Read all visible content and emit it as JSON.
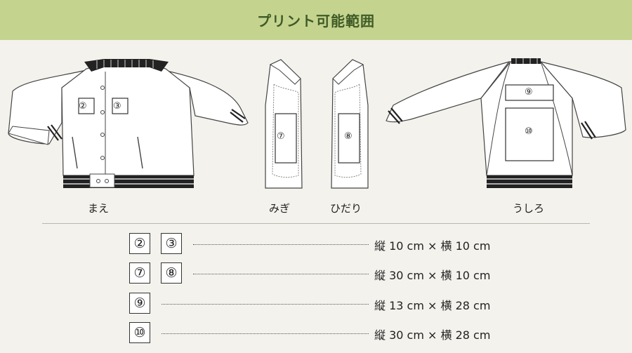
{
  "header": {
    "title": "プリント可能範囲"
  },
  "views": {
    "front": {
      "label": "まえ",
      "zone_labels": [
        "②",
        "③"
      ]
    },
    "right_sleeve": {
      "label": "みぎ",
      "zone_labels": [
        "⑦"
      ]
    },
    "left_sleeve": {
      "label": "ひだり",
      "zone_labels": [
        "⑧"
      ]
    },
    "back": {
      "label": "うしろ",
      "zone_labels": [
        "⑨",
        "⑩"
      ]
    }
  },
  "sizes": [
    {
      "zones": [
        "②",
        "③"
      ],
      "size": "縦 10 cm × 横 10 cm"
    },
    {
      "zones": [
        "⑦",
        "⑧"
      ],
      "size": "縦 30 cm × 横 10 cm"
    },
    {
      "zones": [
        "⑨"
      ],
      "size": "縦 13 cm × 横 28 cm"
    },
    {
      "zones": [
        "⑩"
      ],
      "size": "縦 30 cm × 横 28 cm"
    }
  ],
  "colors": {
    "header_bg": "#c4d48f",
    "title_text": "#3f5a26",
    "background": "#f3f2ec"
  }
}
